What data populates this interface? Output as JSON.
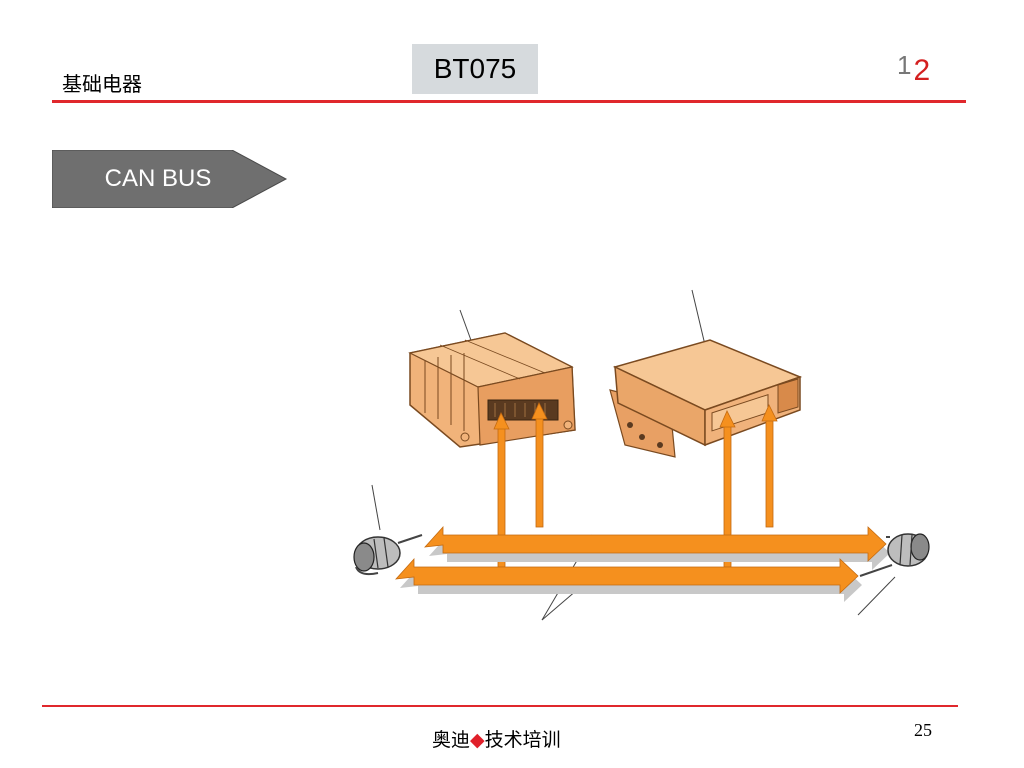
{
  "header": {
    "title": "基础电器",
    "code": "BT075",
    "page_indicator": {
      "current": "1",
      "next": "2"
    }
  },
  "tag": {
    "label": "CAN BUS"
  },
  "footer": {
    "brand": "奥迪",
    "separator": "◆",
    "subtitle": "技术培训",
    "slide_number": "25"
  },
  "colors": {
    "accent_red": "#e0282c",
    "bus_orange": "#f5901e",
    "tag_gray": "#6f6f6f",
    "code_box_bg": "#d6dadd"
  },
  "diagram": {
    "components": [
      "control-unit-left",
      "control-unit-right",
      "can-high-wire",
      "can-low-wire",
      "terminating-resistor-left",
      "terminating-resistor-right"
    ]
  }
}
